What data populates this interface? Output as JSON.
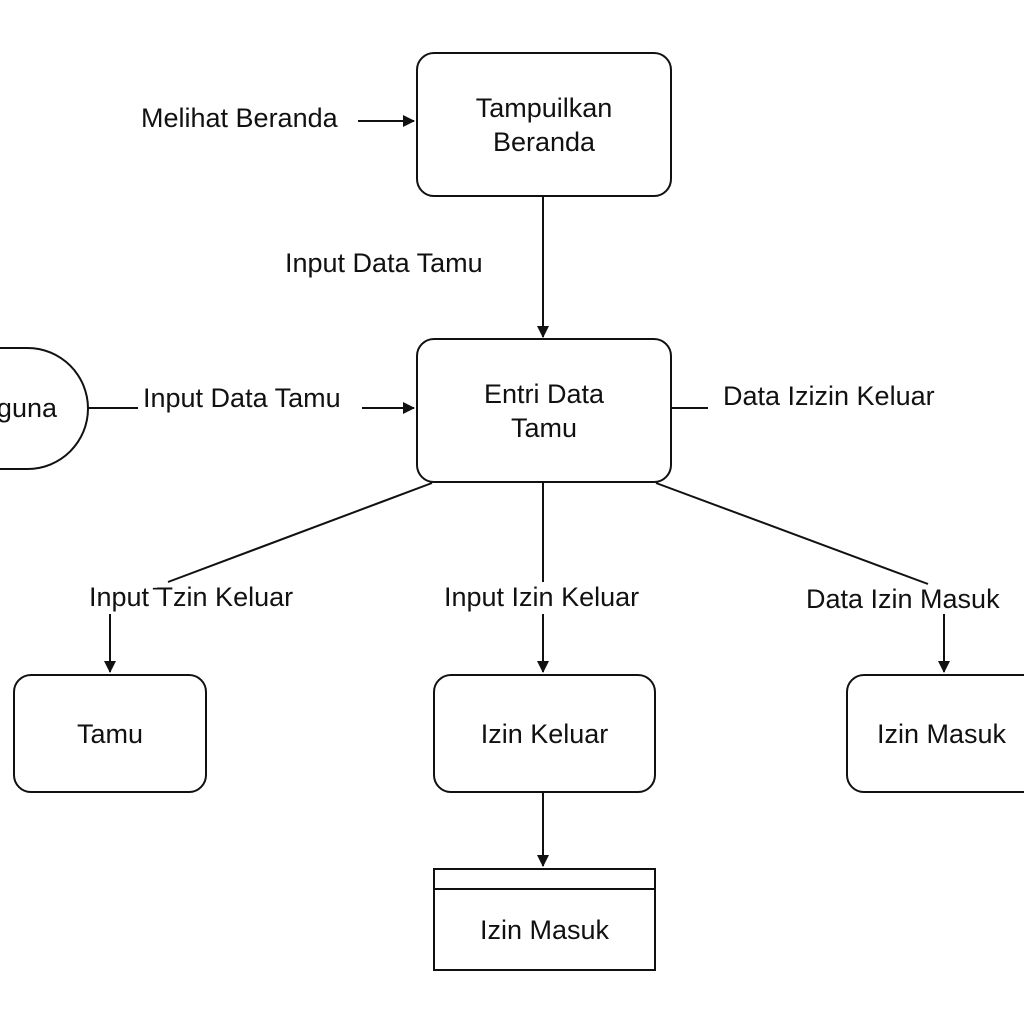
{
  "nodes": {
    "beranda": {
      "line1": "Tampuilkan",
      "line2": "Beranda"
    },
    "entri": {
      "line1": "Entri Data",
      "line2": "Tamu"
    },
    "pengguna": {
      "label": "guna"
    },
    "tamu": {
      "label": "Tamu"
    },
    "izin_keluar": {
      "label": "Izin Keluar"
    },
    "izin_masuk": {
      "label": "Izin Masuk"
    },
    "store_izin_masuk": {
      "label": "Izin Masuk"
    }
  },
  "flows": {
    "melihat_beranda": "Melihat Beranda",
    "input_data_tamu_top": "Input Data Tamu",
    "input_data_tamu_left": "Input Data Tamu",
    "data_izizin_keluar": "Data Izizin Keluar",
    "input_tzin_keluar": "Input  ̄Tzin Keluar",
    "input_izin_keluar": "Input  Izin Keluar",
    "data_izin_masuk": "Data Izin Masuk"
  }
}
